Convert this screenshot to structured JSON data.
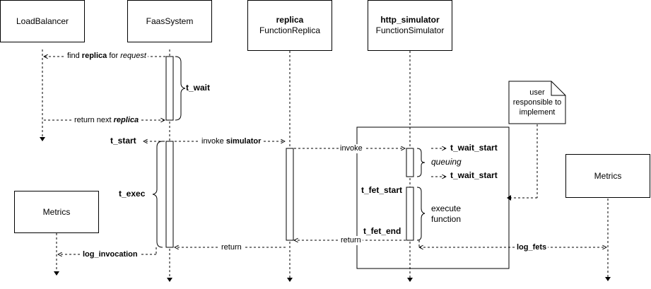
{
  "participants": {
    "loadbalancer": "LoadBalancer",
    "faassystem": "FaasSystem",
    "replica_bold": "replica",
    "replica_type": "FunctionReplica",
    "simulator_bold": "http_simulator",
    "simulator_type": "FunctionSimulator",
    "metrics_left": "Metrics",
    "metrics_right": "Metrics"
  },
  "note": {
    "line1": "user",
    "line2": "responsible to",
    "line3": "implement"
  },
  "messages": {
    "find_prefix": "find ",
    "find_bold": "replica",
    "find_mid": " for ",
    "find_italic": "request",
    "return_prefix": "return next ",
    "return_bold": "replica",
    "invoke_prefix": "invoke ",
    "invoke_bold": "simulator",
    "invoke2": "invoke",
    "return_replica": "return",
    "return_sim": "return",
    "log_invocation": "log_invocation",
    "log_fets": "log_fets"
  },
  "timings": {
    "t_wait": "t_wait",
    "t_start": "t_start",
    "t_exec": "t_exec",
    "t_wait_start_1": "t_wait_start",
    "queuing": "queuing",
    "t_wait_start_2": "t_wait_start",
    "t_fet_start": "t_fet_start",
    "execute_1": "execute",
    "execute_2": "function",
    "t_fet_end": "t_fet_end"
  }
}
